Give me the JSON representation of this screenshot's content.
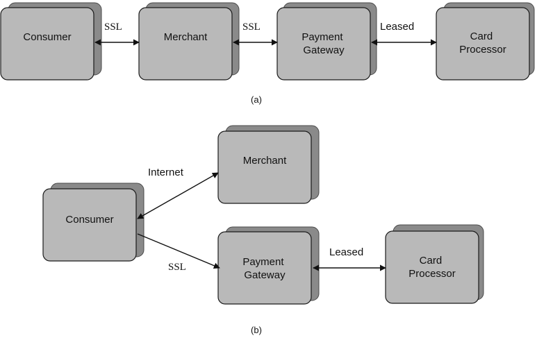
{
  "diagram_a": {
    "caption": "(a)",
    "nodes": {
      "consumer": [
        "Consumer"
      ],
      "merchant": [
        "Merchant"
      ],
      "gateway": [
        "Payment",
        "Gateway"
      ],
      "processor": [
        "Card",
        "Processor"
      ]
    },
    "links": {
      "consumer_merchant": "SSL",
      "merchant_gateway": "SSL",
      "gateway_processor": "Leased"
    }
  },
  "diagram_b": {
    "caption": "(b)",
    "nodes": {
      "consumer": [
        "Consumer"
      ],
      "merchant": [
        "Merchant"
      ],
      "gateway": [
        "Payment",
        "Gateway"
      ],
      "processor": [
        "Card",
        "Processor"
      ]
    },
    "links": {
      "consumer_merchant": "Internet",
      "consumer_gateway": "SSL",
      "gateway_processor": "Leased"
    }
  }
}
